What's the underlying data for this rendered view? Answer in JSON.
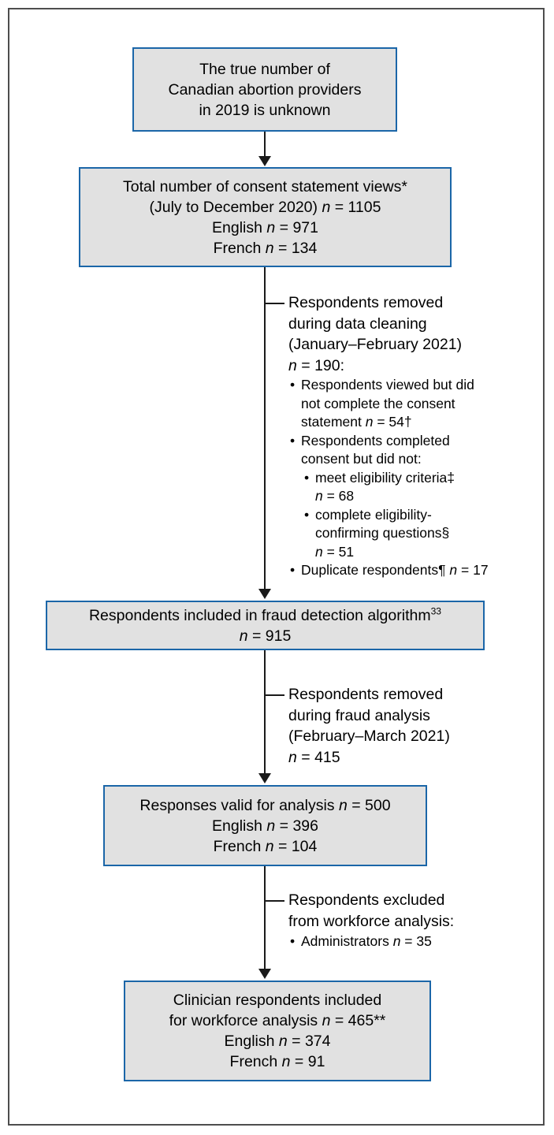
{
  "chart_data": {
    "type": "diagram",
    "title": "Participant flow diagram for Canadian abortion provider survey",
    "nodes": [
      {
        "id": "source",
        "label": "The true number of Canadian abortion providers in 2019 is unknown"
      },
      {
        "id": "views",
        "label": "Total number of consent statement views*",
        "n": 1105,
        "english": 971,
        "french": 134,
        "period": "July to December 2020"
      },
      {
        "id": "fraud_in",
        "label": "Respondents included in fraud detection algorithm (ref 33)",
        "n": 915
      },
      {
        "id": "valid",
        "label": "Responses valid for analysis",
        "n": 500,
        "english": 396,
        "french": 104
      },
      {
        "id": "clinicians",
        "label": "Clinician respondents included for workforce analysis",
        "n": 465,
        "english": 374,
        "french": 91
      }
    ],
    "exclusions": [
      {
        "stage": "data cleaning",
        "period": "January-February 2021",
        "n": 190,
        "reasons": [
          {
            "label": "Respondents viewed but did not complete the consent statement",
            "n": 54
          },
          {
            "label": "Respondents completed consent but did not meet eligibility criteria",
            "n": 68
          },
          {
            "label": "Respondents completed consent but did not complete eligibility-confirming questions",
            "n": 51
          },
          {
            "label": "Duplicate respondents",
            "n": 17
          }
        ]
      },
      {
        "stage": "fraud analysis",
        "period": "February-March 2021",
        "n": 415,
        "reasons": []
      },
      {
        "stage": "workforce analysis exclusion",
        "period": "",
        "n": 35,
        "reasons": [
          {
            "label": "Administrators",
            "n": 35
          }
        ]
      }
    ]
  },
  "colors": {
    "box_fill": "#e1e1e1",
    "box_border": "#1b66a8",
    "line": "#1a1a1a",
    "frame": "#4d4d4d",
    "text": "#000000"
  },
  "box1": {
    "line1": "The true number of",
    "line2": "Canadian abortion providers",
    "line3": "in 2019 is unknown"
  },
  "box2": {
    "line1": "Total number of consent statement views*",
    "line2_a": "(July to December 2020) ",
    "line2_n": "n",
    "line2_b": " = 1105",
    "line3_a": "English ",
    "line3_n": "n",
    "line3_b": " = 971",
    "line4_a": "French ",
    "line4_n": "n",
    "line4_b": " = 134"
  },
  "note1": {
    "line1": "Respondents removed",
    "line2": "during data cleaning",
    "line3": "(January–February 2021)",
    "line4_n": "n",
    "line4_b": " = 190:",
    "b1_l1": "Respondents viewed but did",
    "b1_l2": "not complete the consent",
    "b1_l3_a": "statement  ",
    "b1_l3_n": "n",
    "b1_l3_b": " = 54†",
    "b2_l1": "Respondents completed",
    "b2_l2": "consent but did not:",
    "b2a_l1": "meet eligibility criteria‡",
    "b2a_l2_n": "n",
    "b2a_l2_b": " = 68",
    "b2b_l1": "complete eligibility-",
    "b2b_l2": "confirming questions§",
    "b2b_l3_n": "n",
    "b2b_l3_b": " = 51",
    "b3_a": "Duplicate respondents¶  ",
    "b3_n": "n",
    "b3_b": " = 17"
  },
  "box3": {
    "line1_a": "Respondents included in fraud detection algorithm",
    "line1_sup": "33",
    "line2_n": "n",
    "line2_b": " = 915"
  },
  "note2": {
    "line1": "Respondents removed",
    "line2": "during fraud analysis",
    "line3": "(February–March 2021)",
    "line4_n": "n",
    "line4_b": " = 415"
  },
  "box4": {
    "line1_a": "Responses valid for analysis  ",
    "line1_n": "n",
    "line1_b": " = 500",
    "line2_a": "English  ",
    "line2_n": "n",
    "line2_b": " = 396",
    "line3_a": "French  ",
    "line3_n": "n",
    "line3_b": " = 104"
  },
  "note3": {
    "line1": "Respondents excluded",
    "line2": "from workforce analysis:",
    "b1_a": "Administrators  ",
    "b1_n": "n",
    "b1_b": " = 35"
  },
  "box5": {
    "line1": "Clinician respondents included",
    "line2_a": "for workforce analysis  ",
    "line2_n": "n",
    "line2_b": " = 465**",
    "line3_a": "English  ",
    "line3_n": "n",
    "line3_b": " = 374",
    "line4_a": "French  ",
    "line4_n": "n",
    "line4_b": " = 91"
  }
}
